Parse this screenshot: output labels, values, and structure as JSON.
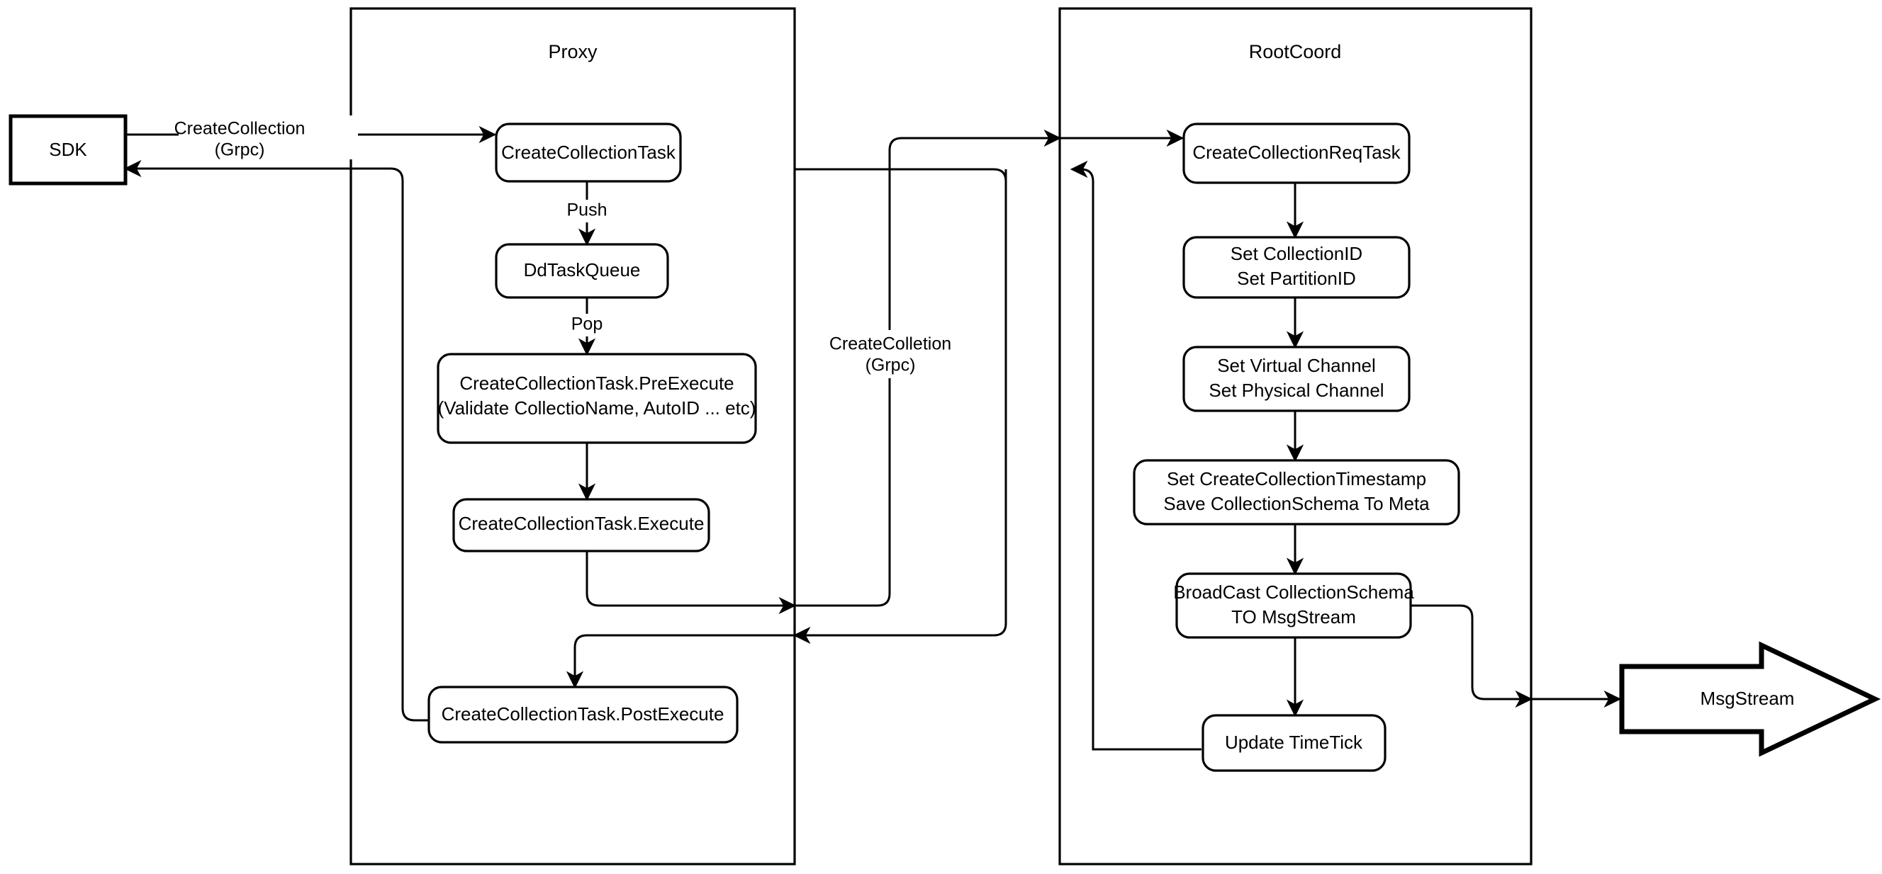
{
  "diagram": {
    "title_hidden": "Milvus CreateCollection flow",
    "containers": [
      {
        "id": "proxy",
        "label": "Proxy"
      },
      {
        "id": "rootcoord",
        "label": "RootCoord"
      }
    ],
    "nodes": [
      {
        "id": "sdk",
        "label": "SDK",
        "shape": "rect"
      },
      {
        "id": "cct",
        "label": "CreateCollectionTask",
        "shape": "rounded"
      },
      {
        "id": "ddq",
        "label": "DdTaskQueue",
        "shape": "rounded"
      },
      {
        "id": "pre_l1",
        "label": "CreateCollectionTask.PreExecute",
        "shape": "rounded"
      },
      {
        "id": "pre_l2",
        "label": "(Validate CollectioName, AutoID ... etc)",
        "shape": "rounded"
      },
      {
        "id": "exec",
        "label": "CreateCollectionTask.Execute",
        "shape": "rounded"
      },
      {
        "id": "post",
        "label": "CreateCollectionTask.PostExecute",
        "shape": "rounded"
      },
      {
        "id": "reqtask",
        "label": "CreateCollectionReqTask",
        "shape": "rounded"
      },
      {
        "id": "setid_l1",
        "label": "Set CollectionID",
        "shape": "rounded"
      },
      {
        "id": "setid_l2",
        "label": "Set PartitionID",
        "shape": "rounded"
      },
      {
        "id": "setchan_l1",
        "label": "Set Virtual Channel",
        "shape": "rounded"
      },
      {
        "id": "setchan_l2",
        "label": "Set Physical Channel",
        "shape": "rounded"
      },
      {
        "id": "setts_l1",
        "label": "Set CreateCollectionTimestamp",
        "shape": "rounded"
      },
      {
        "id": "setts_l2",
        "label": "Save CollectionSchema To Meta",
        "shape": "rounded"
      },
      {
        "id": "broadcast_l1",
        "label": "BroadCast CollectionSchema",
        "shape": "rounded"
      },
      {
        "id": "broadcast_l2",
        "label": "TO MsgStream",
        "shape": "rounded"
      },
      {
        "id": "timetick",
        "label": "Update TimeTick",
        "shape": "rounded"
      },
      {
        "id": "msgstream",
        "label": "MsgStream",
        "shape": "block-arrow"
      }
    ],
    "edge_labels": [
      {
        "id": "grpc1_l1",
        "label": "CreateCollection"
      },
      {
        "id": "grpc1_l2",
        "label": "(Grpc)"
      },
      {
        "id": "push",
        "label": "Push"
      },
      {
        "id": "pop",
        "label": "Pop"
      },
      {
        "id": "grpc2_l1",
        "label": "CreateColletion"
      },
      {
        "id": "grpc2_l2",
        "label": "(Grpc)"
      }
    ],
    "colors": {
      "stroke": "#000000",
      "fill": "#ffffff",
      "background": "#ffffff"
    }
  }
}
